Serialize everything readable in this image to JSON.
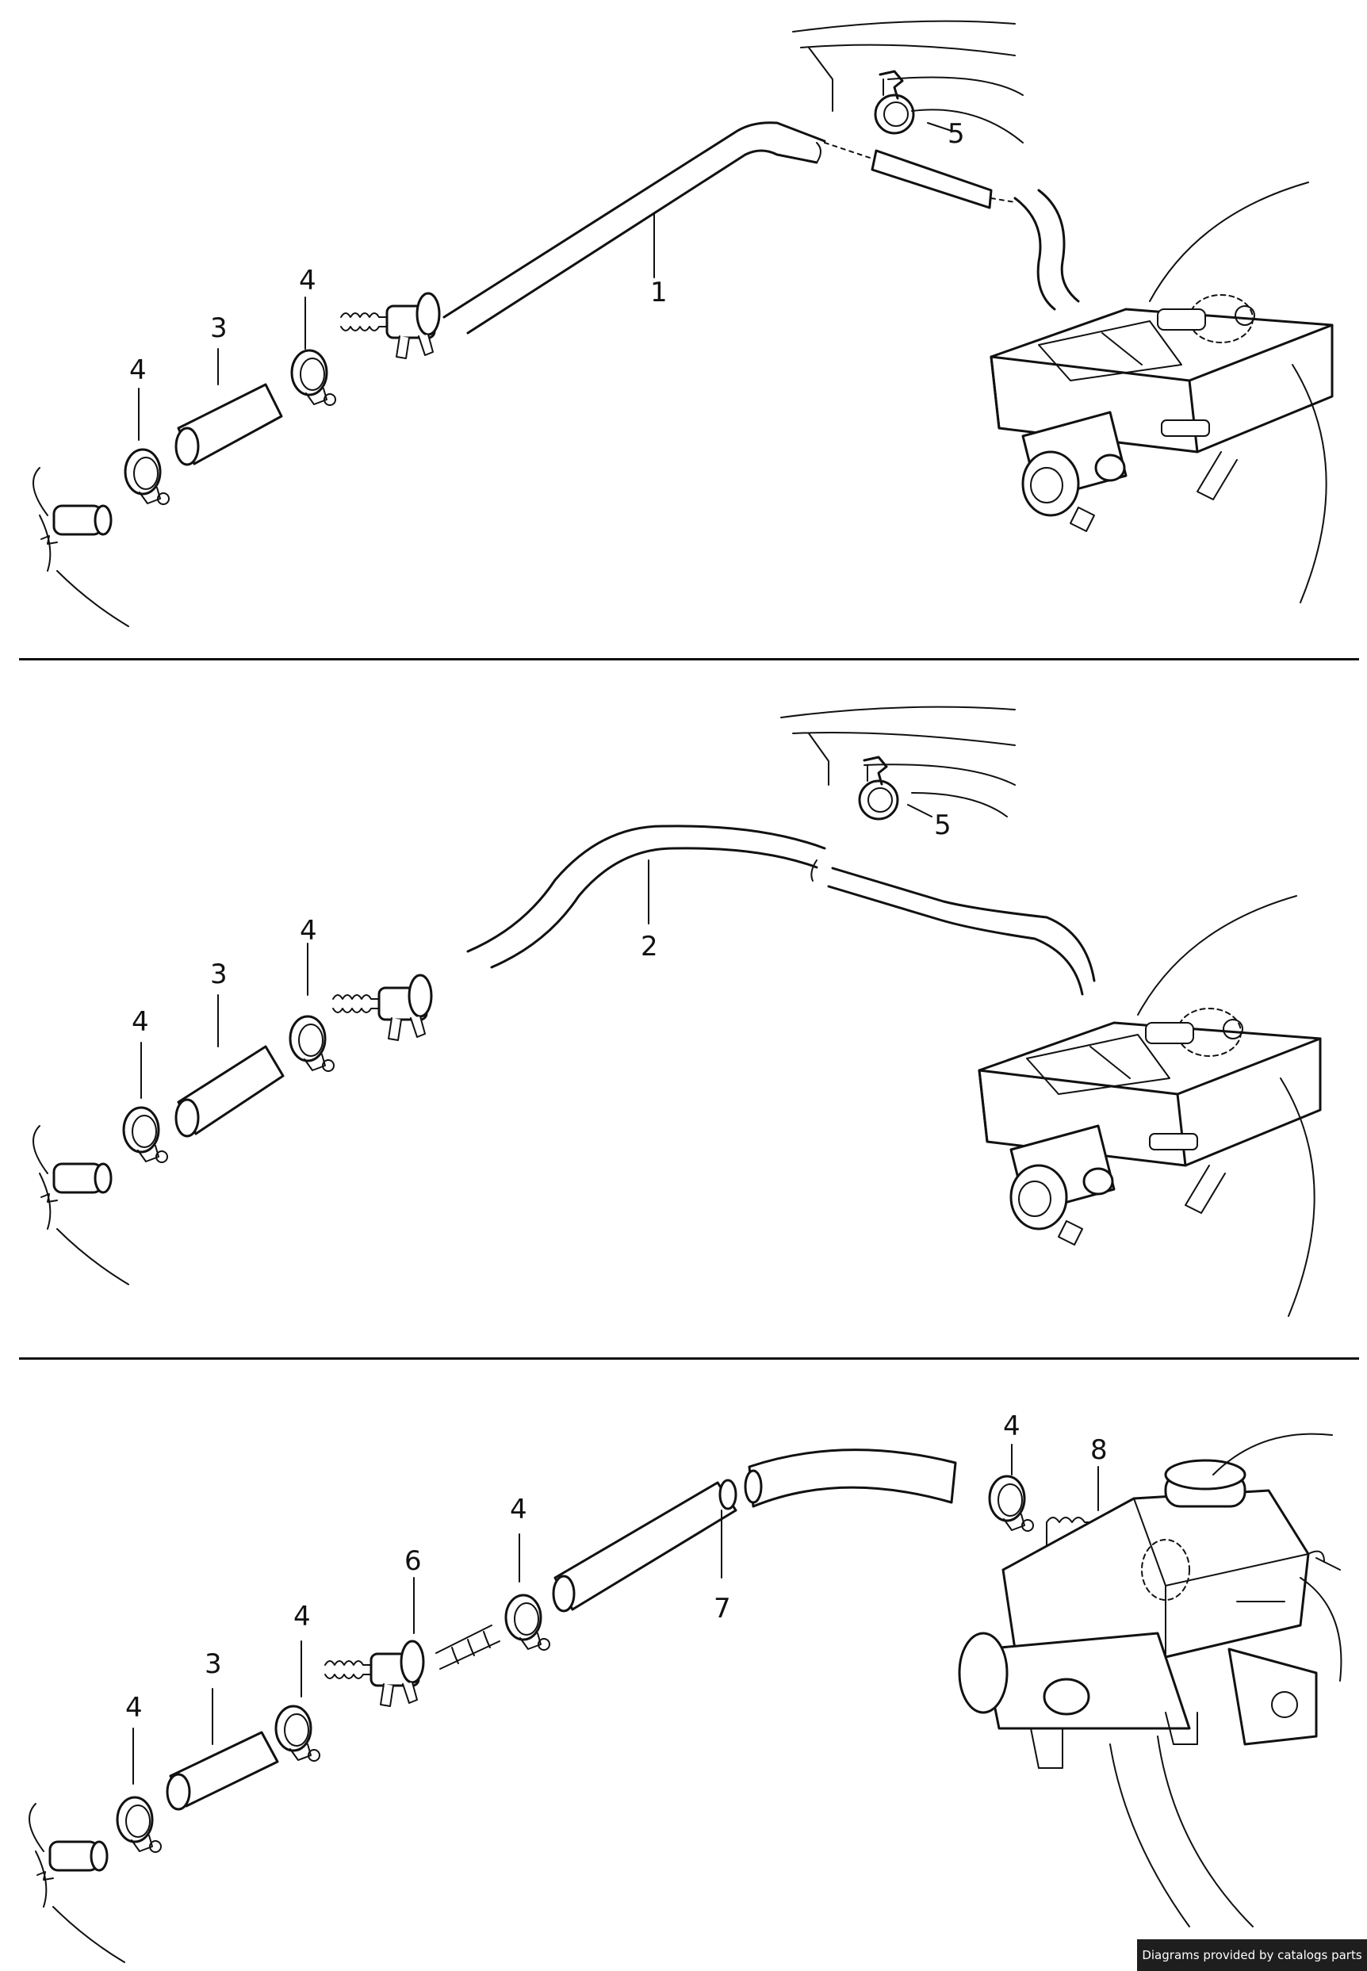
{
  "callouts": {
    "p1": [
      "1",
      "3",
      "4",
      "4",
      "5"
    ],
    "p2": [
      "2",
      "3",
      "4",
      "4",
      "5"
    ],
    "p3": [
      "3",
      "4",
      "4",
      "4",
      "4",
      "6",
      "7",
      "8"
    ]
  },
  "credit": "Diagrams provided by catalogs parts"
}
